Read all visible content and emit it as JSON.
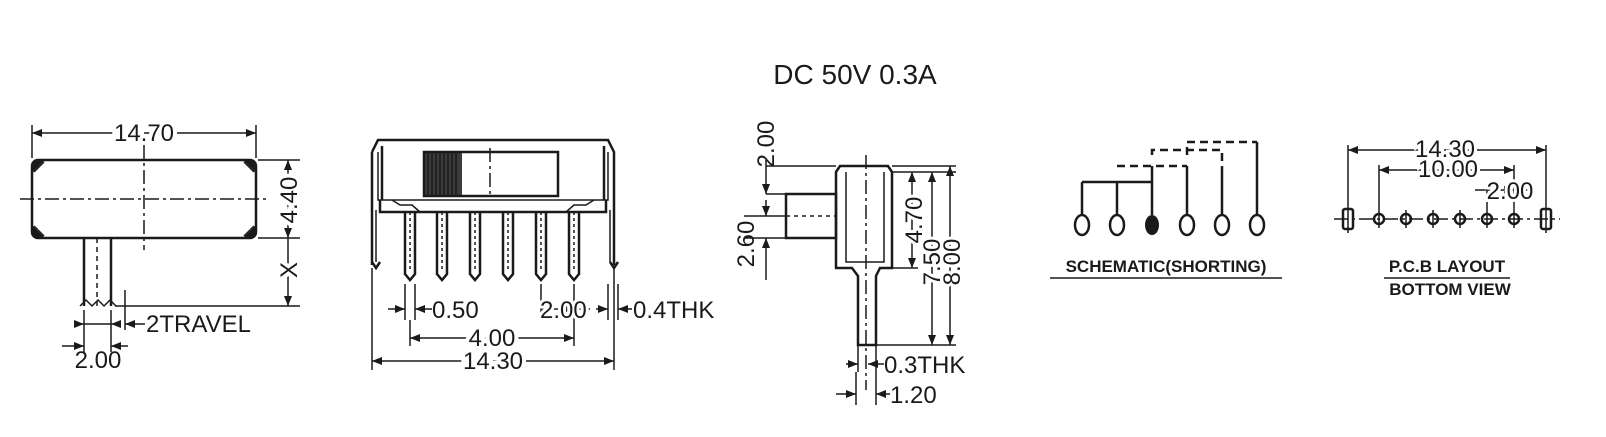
{
  "title": "DC  50V  0.3A",
  "front_view": {
    "width_label": "14.70",
    "height_label": "4.40",
    "x_label": "X",
    "travel_label": "2TRAVEL",
    "lever_label": "2.00"
  },
  "side_view": {
    "pin_width_label": "0.50",
    "pin_pitch_label": "2.00",
    "thickness_label": "0.4THK",
    "span_label": "4.00",
    "overall_label": "14.30"
  },
  "end_view": {
    "top_label": "2.00",
    "lever_label": "2.60",
    "body_label": "4.70",
    "h1_label": "7.50",
    "h2_label": "8.00",
    "thk_label": "0.3THK",
    "pin_label": "1.20"
  },
  "schematic": {
    "caption": "SCHEMATIC(SHORTING)"
  },
  "pcb": {
    "overall_label": "14.30",
    "span_label": "10.00",
    "pitch_label": "2.00",
    "caption_line1": "P.C.B LAYOUT",
    "caption_line2": "BOTTOM VIEW"
  }
}
